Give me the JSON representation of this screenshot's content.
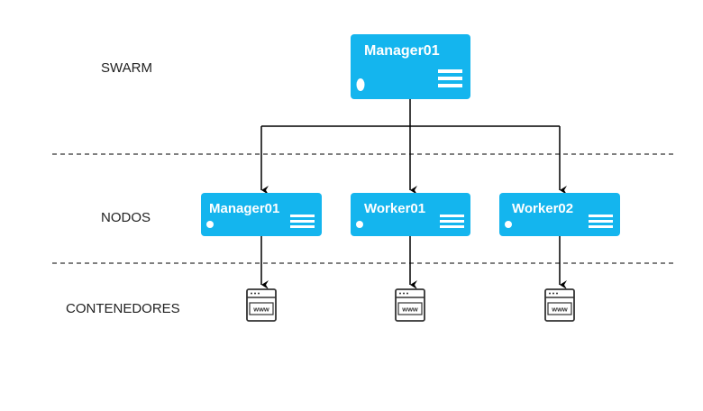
{
  "layers": {
    "swarm": "SWARM",
    "nodos": "NODOS",
    "contenedores": "CONTENEDORES"
  },
  "swarm_manager": {
    "label": "Manager01",
    "icon": "server-icon"
  },
  "nodes": [
    {
      "label": "Manager01",
      "icon": "server-icon"
    },
    {
      "label": "Worker01",
      "icon": "server-icon"
    },
    {
      "label": "Worker02",
      "icon": "server-icon"
    }
  ],
  "containers": [
    {
      "label": "www",
      "icon": "web-page-icon"
    },
    {
      "label": "www",
      "icon": "web-page-icon"
    },
    {
      "label": "www",
      "icon": "web-page-icon"
    }
  ],
  "colors": {
    "node_fill": "#1BA1E2",
    "node_fill_light": "#14B5EE",
    "line": "#000000",
    "divider": "#333333"
  }
}
